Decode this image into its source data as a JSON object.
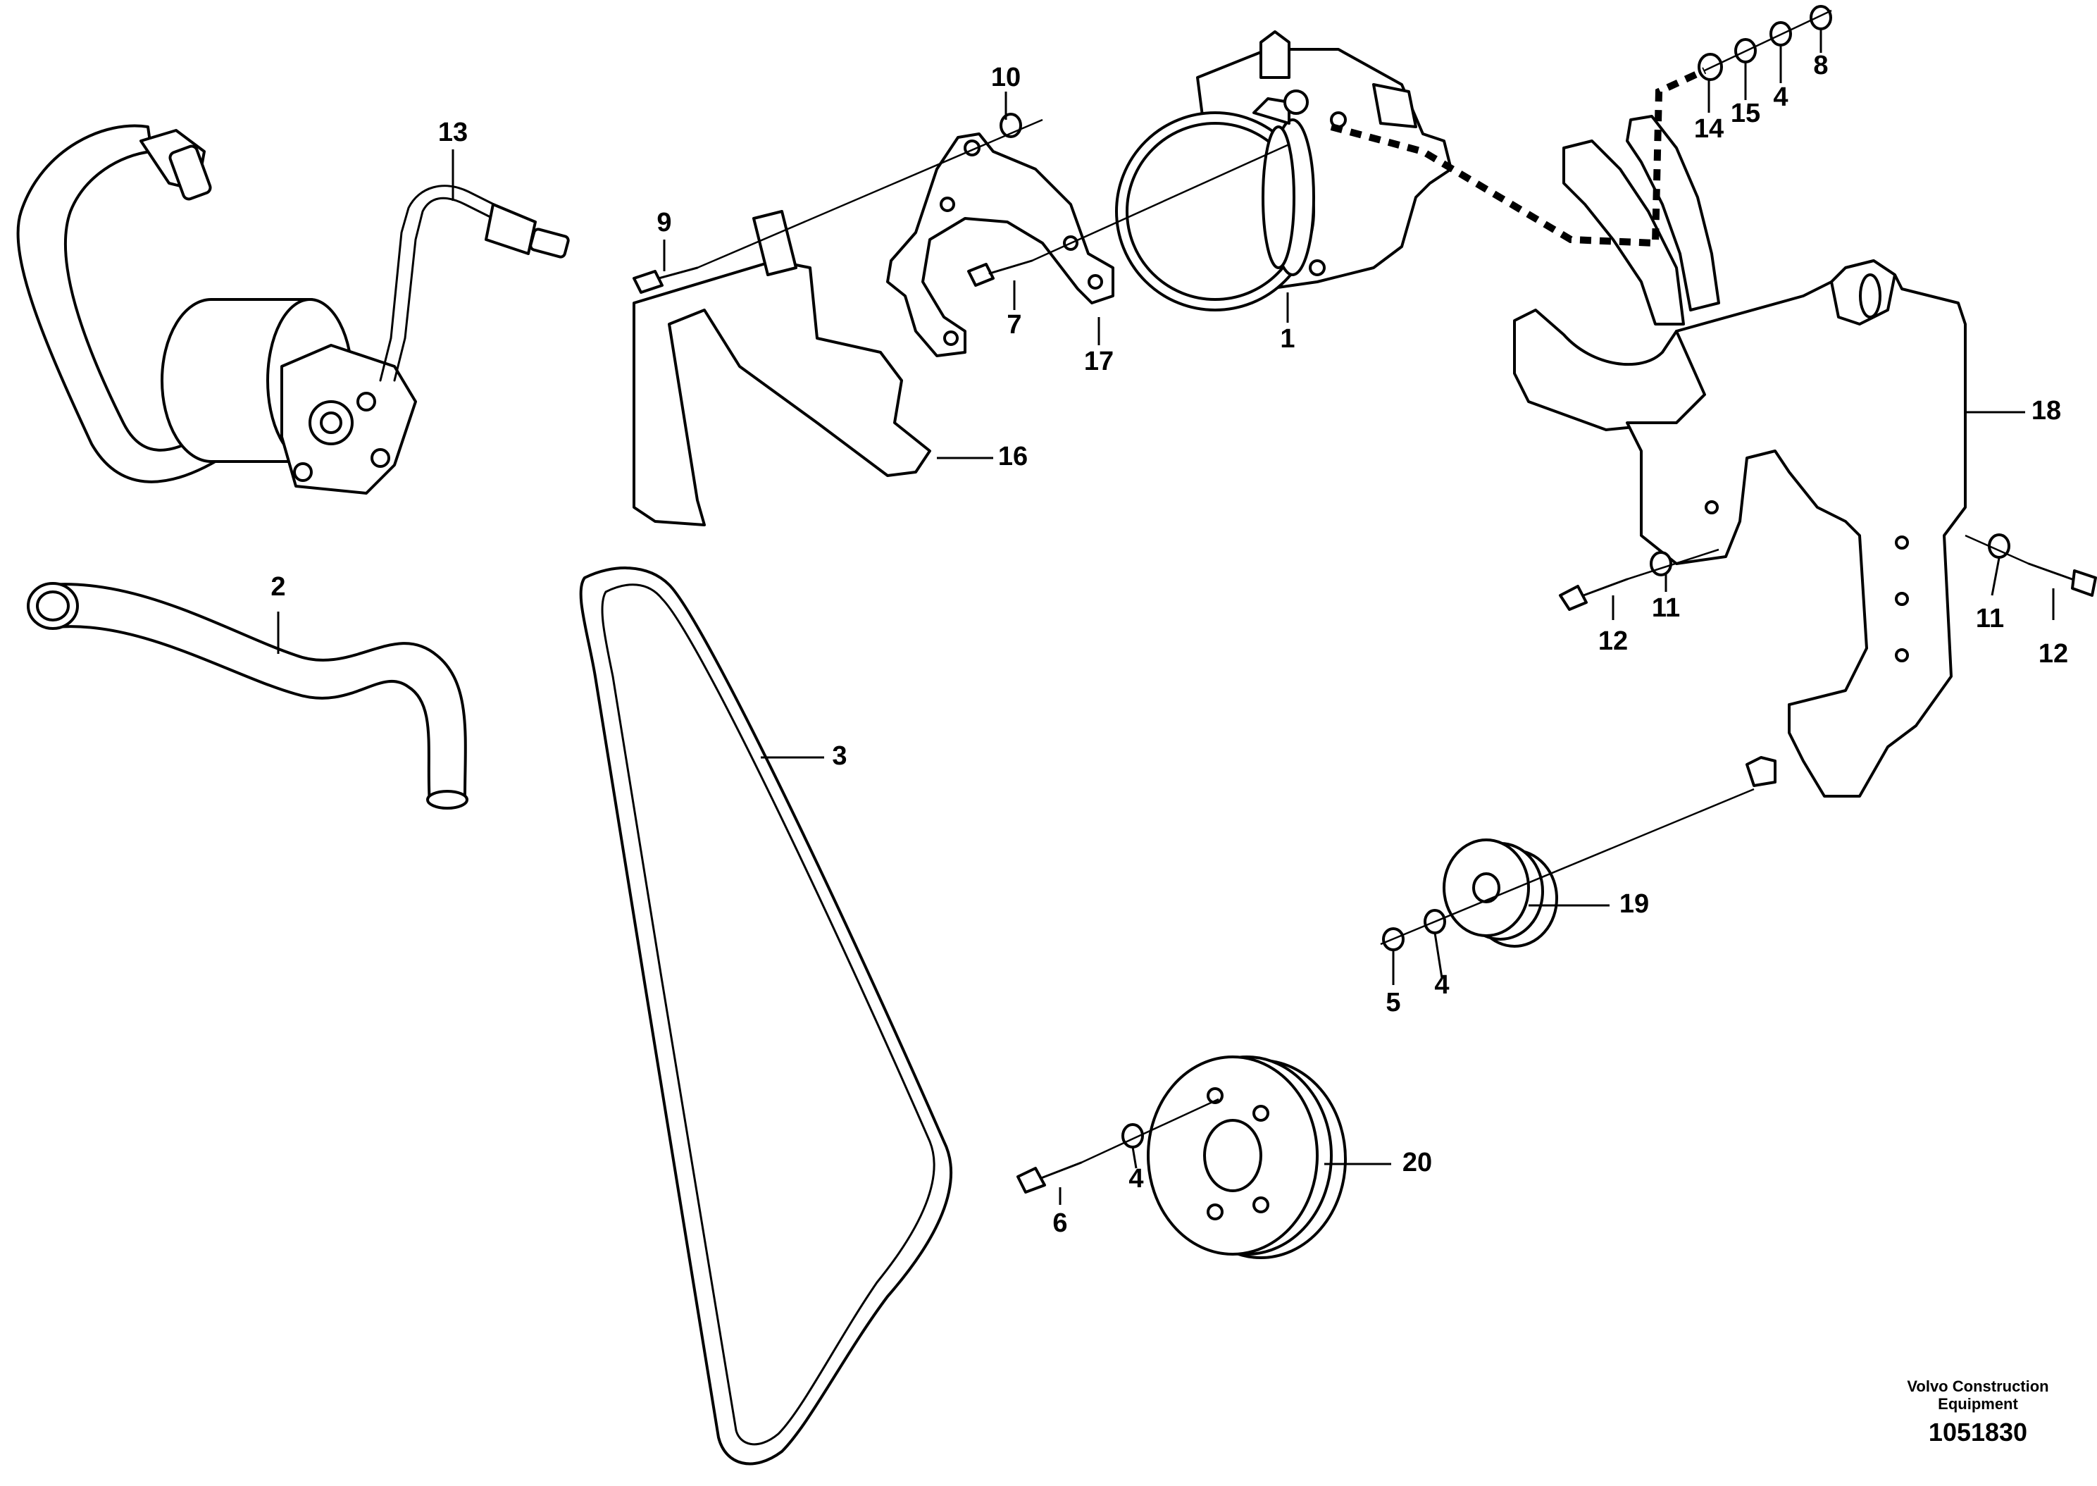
{
  "diagram": {
    "callouts": [
      "1",
      "2",
      "3",
      "4",
      "5",
      "6",
      "7",
      "8",
      "9",
      "10",
      "11",
      "12",
      "13",
      "14",
      "15",
      "16",
      "17",
      "18",
      "19",
      "20"
    ],
    "labels": [
      {
        "id": "lbl-13",
        "text": "13"
      },
      {
        "id": "lbl-9",
        "text": "9"
      },
      {
        "id": "lbl-10",
        "text": "10"
      },
      {
        "id": "lbl-7",
        "text": "7"
      },
      {
        "id": "lbl-17",
        "text": "17"
      },
      {
        "id": "lbl-1",
        "text": "1"
      },
      {
        "id": "lbl-16",
        "text": "16"
      },
      {
        "id": "lbl-14",
        "text": "14"
      },
      {
        "id": "lbl-15",
        "text": "15"
      },
      {
        "id": "lbl-4a",
        "text": "4"
      },
      {
        "id": "lbl-8",
        "text": "8"
      },
      {
        "id": "lbl-18",
        "text": "18"
      },
      {
        "id": "lbl-2",
        "text": "2"
      },
      {
        "id": "lbl-3",
        "text": "3"
      },
      {
        "id": "lbl-12a",
        "text": "12"
      },
      {
        "id": "lbl-11a",
        "text": "11"
      },
      {
        "id": "lbl-11b",
        "text": "11"
      },
      {
        "id": "lbl-12b",
        "text": "12"
      },
      {
        "id": "lbl-19",
        "text": "19"
      },
      {
        "id": "lbl-5",
        "text": "5"
      },
      {
        "id": "lbl-4b",
        "text": "4"
      },
      {
        "id": "lbl-20",
        "text": "20"
      },
      {
        "id": "lbl-4c",
        "text": "4"
      },
      {
        "id": "lbl-6",
        "text": "6"
      }
    ],
    "footer": {
      "company_line1": "Volvo Construction",
      "company_line2": "Equipment",
      "document_number": "1051830"
    }
  }
}
